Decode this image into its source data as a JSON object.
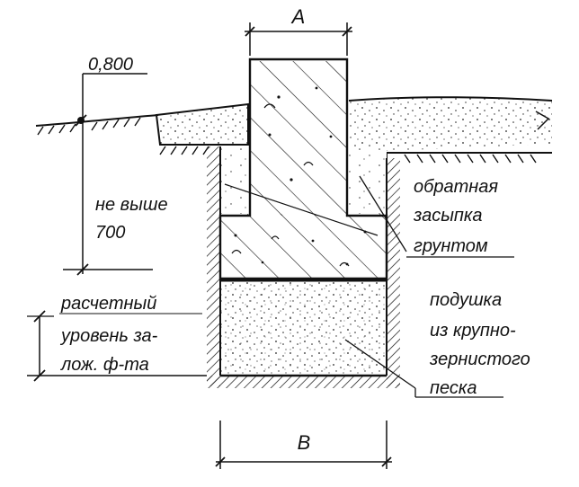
{
  "dimensions": {
    "top_width": "A",
    "bottom_width": "B",
    "ground_mark": "0,800"
  },
  "annotations": {
    "depth_limit": [
      "не выше",
      "700"
    ],
    "design_level": [
      "расчетный",
      "уровень за-",
      "лож. ф-та"
    ],
    "backfill": [
      "обратная",
      "засыпка",
      "грунтом"
    ],
    "cushion": [
      "подушка",
      "из крупно-",
      "зернистого",
      "песка"
    ]
  },
  "colors": {
    "ink": "#111111",
    "background": "#ffffff"
  }
}
